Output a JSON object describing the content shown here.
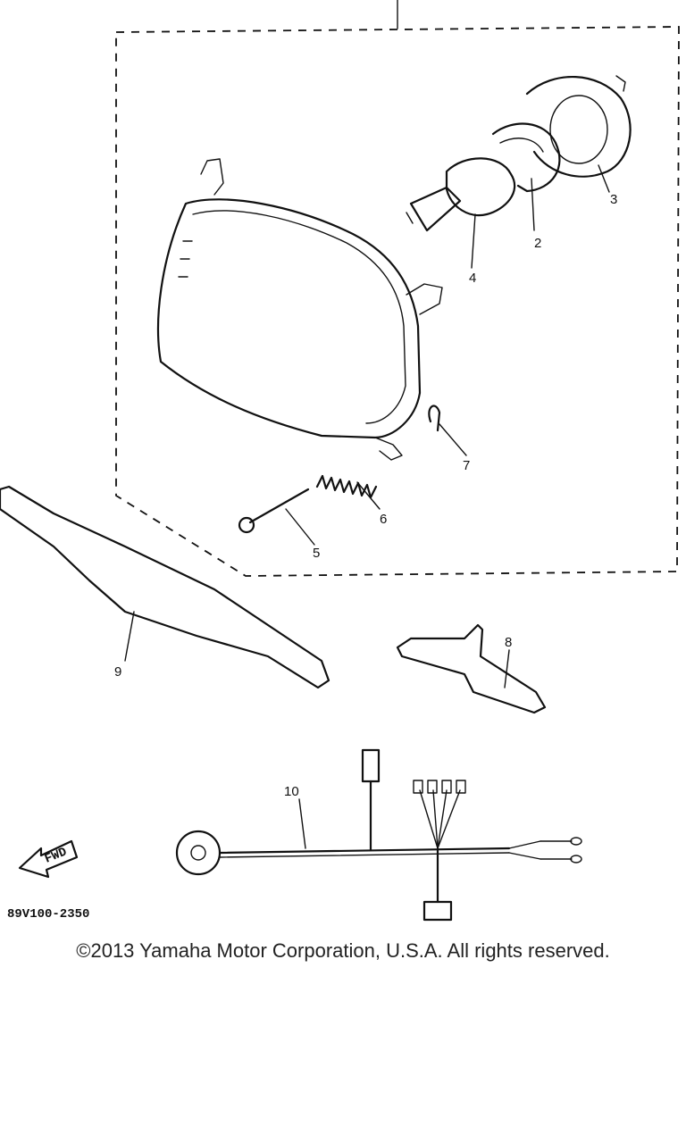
{
  "diagram": {
    "callouts": [
      "2",
      "3",
      "4",
      "5",
      "6",
      "7",
      "8",
      "9",
      "10"
    ],
    "fwd_label": "FWD",
    "drawing_code": "89V100-2350"
  },
  "footer": {
    "copyright": "©2013 Yamaha Motor Corporation, U.S.A. All rights reserved."
  }
}
